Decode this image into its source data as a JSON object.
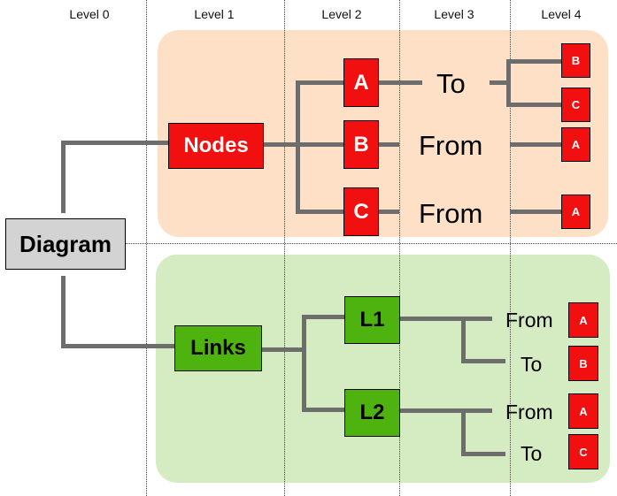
{
  "levels": [
    "Level 0",
    "Level 1",
    "Level 2",
    "Level 3",
    "Level 4"
  ],
  "root": "Diagram",
  "nodes": {
    "label": "Nodes",
    "children": [
      {
        "label": "A",
        "relation": "To",
        "targets": [
          "B",
          "C"
        ]
      },
      {
        "label": "B",
        "relation": "From",
        "targets": [
          "A"
        ]
      },
      {
        "label": "C",
        "relation": "From",
        "targets": [
          "A"
        ]
      }
    ]
  },
  "links": {
    "label": "Links",
    "children": [
      {
        "label": "L1",
        "from": "From",
        "from_target": "A",
        "to": "To",
        "to_target": "B"
      },
      {
        "label": "L2",
        "from": "From",
        "from_target": "A",
        "to": "To",
        "to_target": "C"
      }
    ]
  },
  "colors": {
    "node_red": "#f20f0f",
    "link_green": "#4fb30f",
    "root_grey": "#d3d3d3",
    "panel_nodes": "#fde0c6",
    "panel_links": "#d5ebc2",
    "connector": "#6d6d6d"
  }
}
